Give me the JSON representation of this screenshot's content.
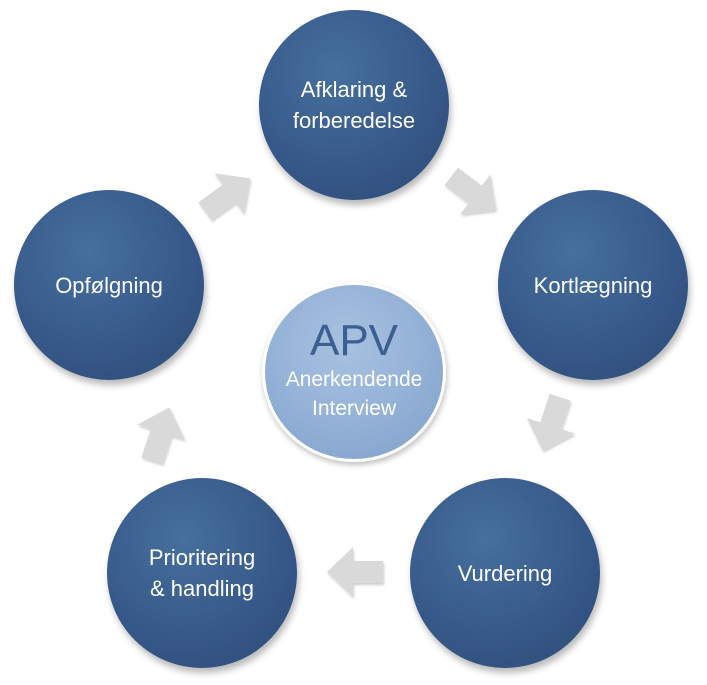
{
  "diagram": {
    "center": {
      "title": "APV",
      "subtitle": "Anerkendende\nInterview"
    },
    "steps": [
      {
        "label": "Afklaring &\nforberedelse"
      },
      {
        "label": "Kortlægning"
      },
      {
        "label": "Vurdering"
      },
      {
        "label": "Prioritering\n& handling"
      },
      {
        "label": "Opfølgning"
      }
    ],
    "colors": {
      "step_fill": "#37598a",
      "center_fill": "#92b0d6",
      "center_title": "#3a5f90",
      "arrow_fill": "#d9d9d9"
    }
  }
}
